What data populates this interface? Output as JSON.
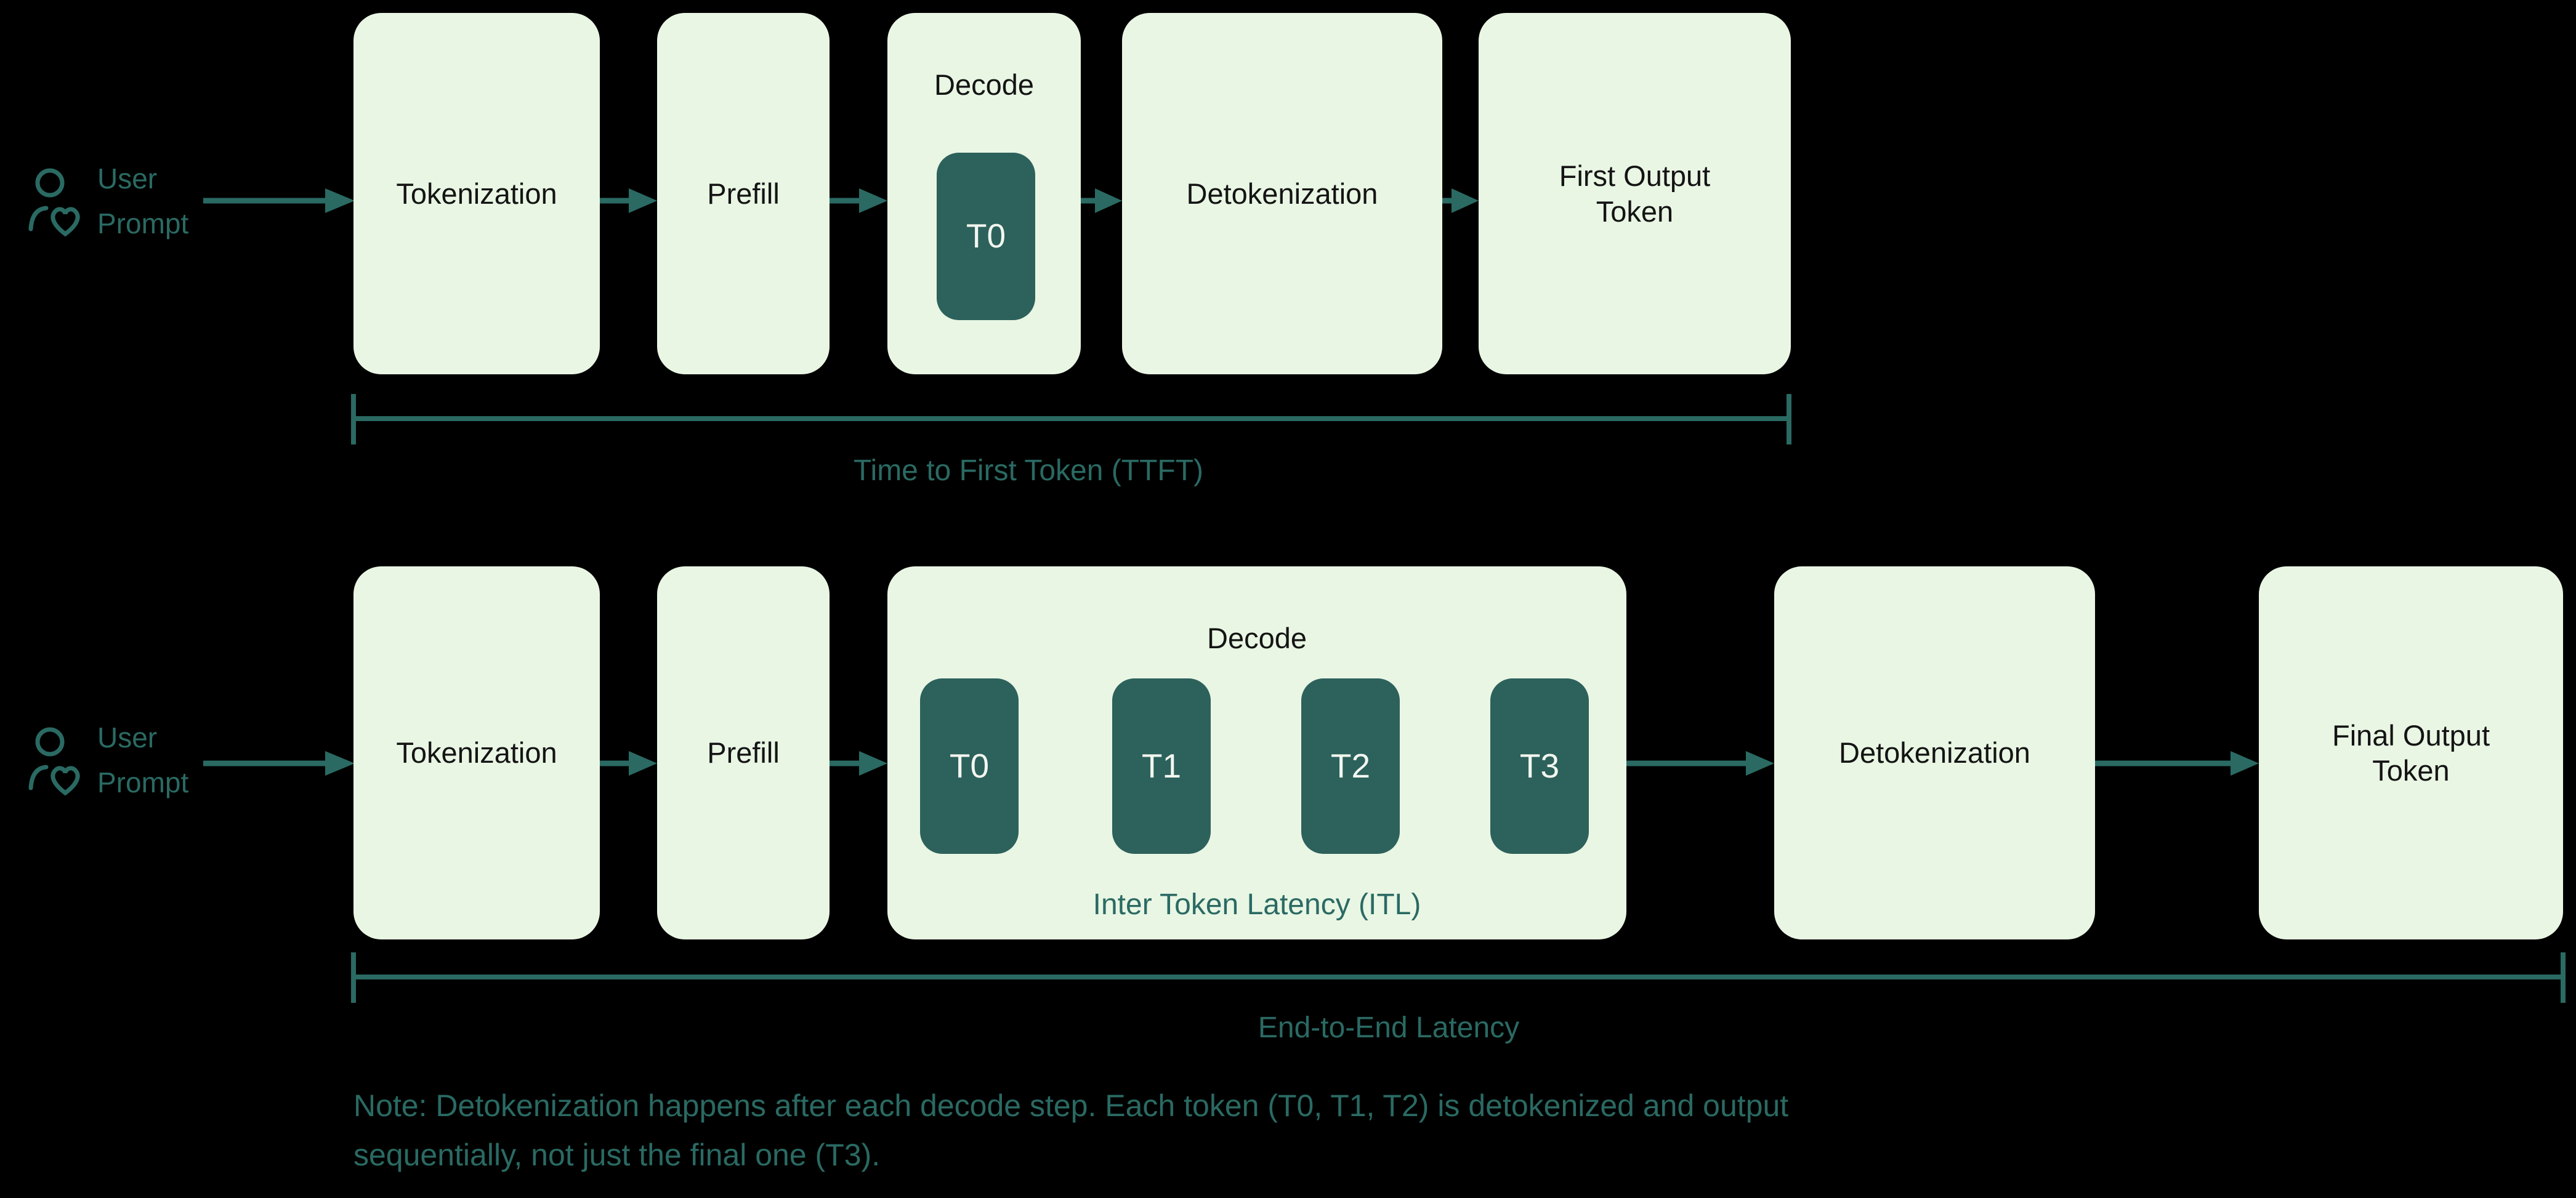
{
  "colors": {
    "background": "#000000",
    "box_fill": "#e9f6e4",
    "token_fill": "#2d615c",
    "accent": "#2a6a63",
    "title_text": "#141414",
    "token_text": "#f2f7ef"
  },
  "row1": {
    "user_label": "User Prompt",
    "boxes": {
      "tokenization": "Tokenization",
      "prefill": "Prefill",
      "decode": "Decode",
      "detokenization": "Detokenization",
      "output": "First Output Token"
    },
    "token": "T0",
    "bracket_label": "Time to First Token (TTFT)"
  },
  "row2": {
    "user_label": "User Prompt",
    "boxes": {
      "tokenization": "Tokenization",
      "prefill": "Prefill",
      "decode": "Decode",
      "detokenization": "Detokenization",
      "output": "Final Output Token"
    },
    "tokens": [
      "T0",
      "T1",
      "T2",
      "T3"
    ],
    "itl_label": "Inter Token Latency (ITL)",
    "bracket_label": "End-to-End Latency"
  },
  "note": {
    "line1": "Note: Detokenization happens after each decode step. Each token (T0, T1, T2) is detokenized and output",
    "line2": "sequentially, not just the final one (T3)."
  }
}
